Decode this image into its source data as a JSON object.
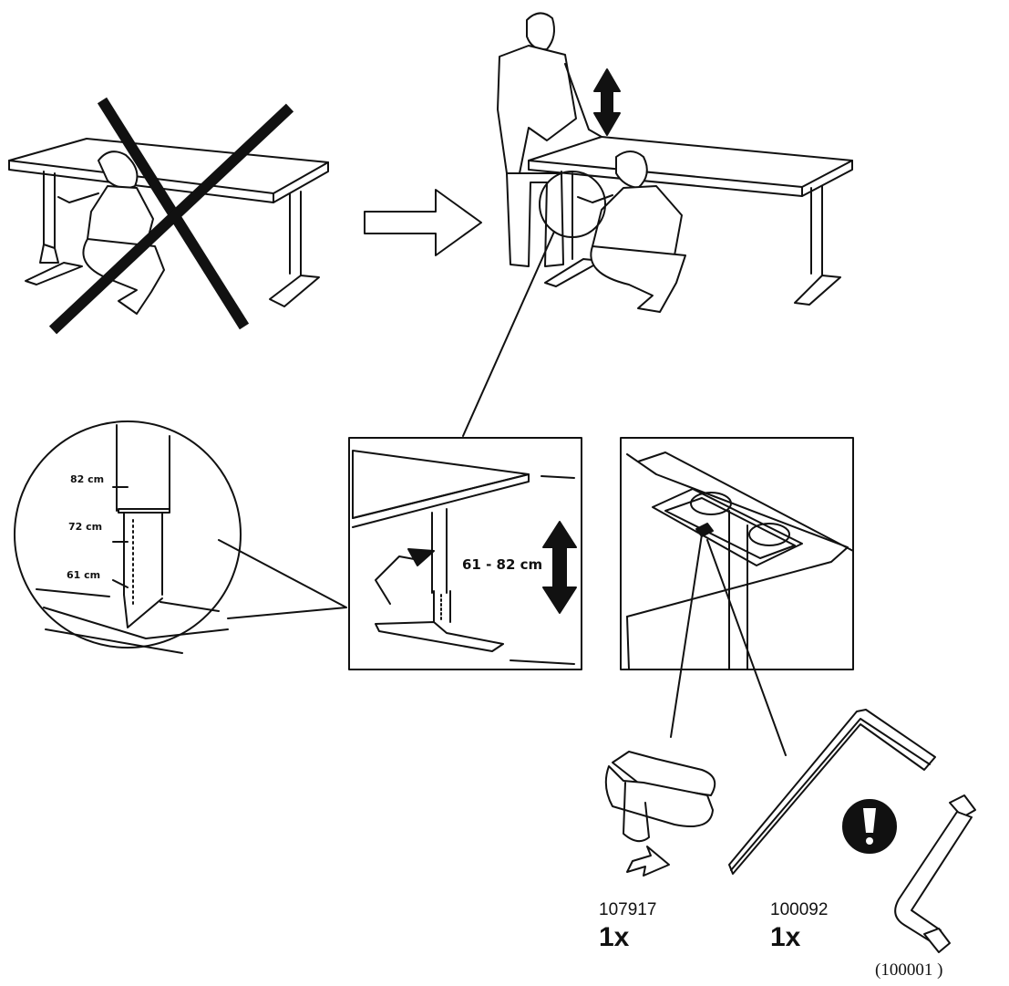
{
  "height_scale": {
    "marks": [
      "82 cm",
      "72 cm",
      "61 cm"
    ]
  },
  "adjust_range": "61 - 82 cm",
  "parts": [
    {
      "article": "107917",
      "quantity": "1x"
    },
    {
      "article": "100092",
      "quantity": "1x"
    }
  ],
  "extra_part": "(100001 )",
  "icons": {
    "wrong": "cross-icon",
    "next": "arrow-right-icon",
    "adjust": "double-arrow-vertical-icon",
    "warning": "exclamation-icon"
  },
  "colors": {
    "ink": "#111111",
    "paper": "#ffffff"
  }
}
